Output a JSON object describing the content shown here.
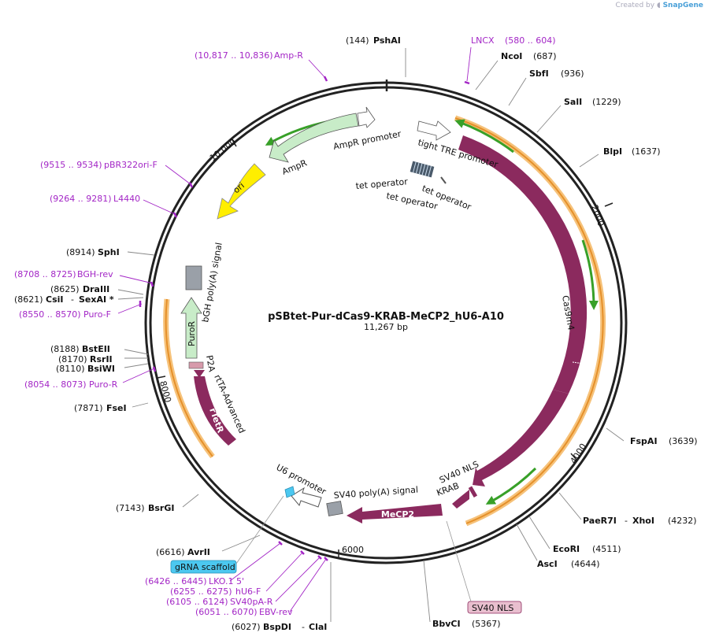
{
  "credit": {
    "prefix": "Created by",
    "brand": "SnapGene"
  },
  "map": {
    "name": "pSBtet-Pur-dCas9-KRAB-MeCP2_hU6-A10",
    "size": "11,267 bp",
    "ticks": [
      "2000",
      "4000",
      "6000",
      "8000",
      "10,000"
    ]
  },
  "sites": [
    {
      "pos": "(144)",
      "name": "PshAI"
    },
    {
      "pos": "(687)",
      "name": "NcoI"
    },
    {
      "pos": "(936)",
      "name": "SbfI"
    },
    {
      "pos": "(1229)",
      "name": "SalI"
    },
    {
      "pos": "(1637)",
      "name": "BlpI"
    },
    {
      "pos": "(3639)",
      "name": "FspAI"
    },
    {
      "pos": "(4232)",
      "name": "PaeR7I",
      "name2": "XhoI"
    },
    {
      "pos": "(4511)",
      "name": "EcoRI"
    },
    {
      "pos": "(4644)",
      "name": "AscI"
    },
    {
      "pos": "(5367)",
      "name": "BbvCI"
    },
    {
      "pos": "(6027)",
      "name": "BspDI",
      "name2": "ClaI"
    },
    {
      "pos": "(6616)",
      "name": "AvrII"
    },
    {
      "pos": "(7143)",
      "name": "BsrGI"
    },
    {
      "pos": "(7871)",
      "name": "FseI"
    },
    {
      "pos": "(8110)",
      "name": "BsiWI"
    },
    {
      "pos": "(8170)",
      "name": "RsrII"
    },
    {
      "pos": "(8188)",
      "name": "BstEII"
    },
    {
      "pos": "(8621)",
      "name": "CsiI",
      "name2": "SexAI *"
    },
    {
      "pos": "(8625)",
      "name": "DraIII"
    },
    {
      "pos": "(8914)",
      "name": "SphI"
    }
  ],
  "primers": [
    {
      "range": "(580 .. 604)",
      "name": "LNCX"
    },
    {
      "range": "(10,817 .. 10,836)",
      "name": "Amp-R"
    },
    {
      "range": "(9515 .. 9534)",
      "name": "pBR322ori-F"
    },
    {
      "range": "(9264 .. 9281)",
      "name": "L4440"
    },
    {
      "range": "(8708 .. 8725)",
      "name": "BGH-rev"
    },
    {
      "range": "(8550 .. 8570)",
      "name": "Puro-F"
    },
    {
      "range": "(8054 .. 8073)",
      "name": "Puro-R"
    },
    {
      "range": "(6426 .. 6445)",
      "name": "LKO.1 5'"
    },
    {
      "range": "(6255 .. 6275)",
      "name": "hU6-F"
    },
    {
      "range": "(6105 .. 6124)",
      "name": "SV40pA-R"
    },
    {
      "range": "(6051 .. 6070)",
      "name": "EBV-rev"
    }
  ],
  "features": {
    "ampr_promoter": "AmpR promoter",
    "ampr": "AmpR",
    "tight_tre": "tight TRE promoter",
    "tet1": "tet operator",
    "tet2": "tet operator",
    "tet3": "tet operator",
    "ori": "ori",
    "bgh": "bGH poly(A) signal",
    "puror": "PuroR",
    "p2a": "P2A",
    "rtta": "rtTA-Advanced",
    "rtetr": "rTetR",
    "cas9m4": "Cas9m4",
    "sv40nls": "SV40 NLS",
    "krab": "KRAB",
    "mecp2": "MeCP2",
    "sv40pa": "SV40 poly(A) signal",
    "u6": "U6 promoter",
    "grna": "gRNA scaffold",
    "sv40nls_box": "SV40 NLS"
  },
  "colors": {
    "backbone": "#222222",
    "primer": "#a326c6",
    "cds": "#8b2a5e",
    "cds_light": "#c8ecc8",
    "ori": "#ffee00",
    "orange": "#f0a030",
    "green": "#38a028",
    "grna": "#4cc8f0",
    "sv40_box": "#e9bfcf"
  }
}
